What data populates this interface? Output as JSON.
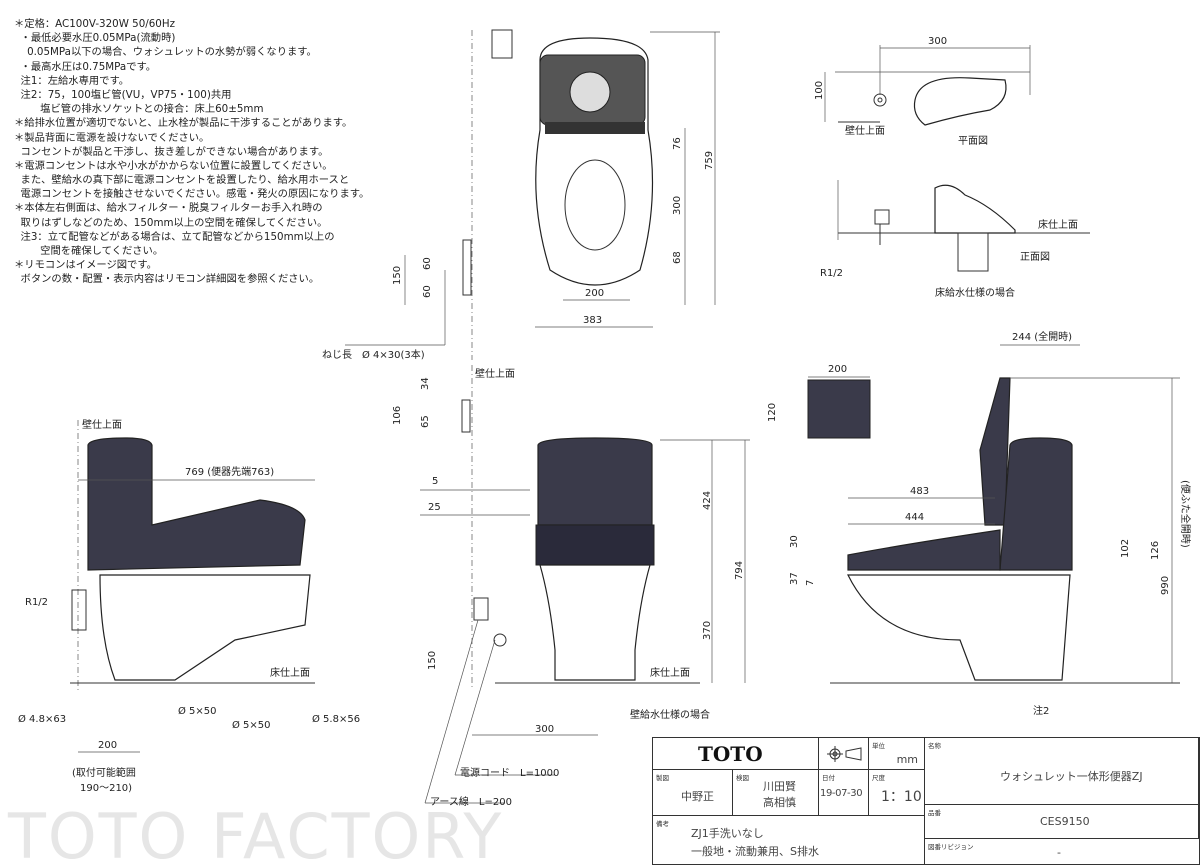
{
  "notes": [
    "＊定格：AC100V-320W 50/60Hz",
    "  ・最低必要水圧0.05MPa(流動時)",
    "    0.05MPa以下の場合、ウォシュレットの水勢が弱くなります。",
    "  ・最高水圧は0.75MPaです。",
    "  注1：左給水専用です。",
    "  注2：75，100塩ビ管(VU，VP75・100)共用",
    "        塩ビ管の排水ソケットとの接合：床上60±5mm",
    "＊給排水位置が適切でないと、止水栓が製品に干渉することがあります。",
    "＊製品背面に電源を設けないでください。",
    "  コンセントが製品と干渉し、抜き差しができない場合があります。",
    "＊電源コンセントは水や小水がかからない位置に設置してください。",
    "  また、壁給水の真下部に電源コンセントを設置したり、給水用ホースと",
    "  電源コンセントを接触させないでください。感電・発火の原因になります。",
    "＊本体左右側面は、給水フィルター・脱臭フィルターお手入れ時の",
    "  取りはずしなどのため、150mm以上の空間を確保してください。",
    "  注3：立て配管などがある場合は、立て配管などから150mm以上の",
    "        空間を確保してください。",
    "＊リモコンはイメージ図です。",
    "  ボタンの数・配置・表示内容はリモコン詳細図を参照ください。"
  ],
  "plan_view": {
    "dim_300": "300",
    "dim_100": "100",
    "wall": "壁仕上面",
    "title": "平面図"
  },
  "front_small": {
    "floor": "床仕上面",
    "title": "正面図",
    "r12": "R1/2",
    "caption": "床給水仕様の場合"
  },
  "top_view": {
    "d759": "759",
    "d76": "76",
    "d300": "300",
    "d68": "68",
    "d200": "200",
    "d383": "383",
    "d150": "150",
    "d60a": "60",
    "d60b": "60",
    "screw": "ねじ長　Ø 4×30(3本)"
  },
  "front_view": {
    "wall": "壁仕上面",
    "d34": "34",
    "d106": "106",
    "d65": "65",
    "d5": "5",
    "d25": "25",
    "d424": "424",
    "d794": "794",
    "d370": "370",
    "d150": "150",
    "d300": "300",
    "floor": "床仕上面",
    "caption": "壁給水仕様の場合",
    "cord": "電源コード　L=1000",
    "earth": "アース線　L=200"
  },
  "left_view": {
    "wall": "壁仕上面",
    "d769": "769 (便器先端763)",
    "r12": "R1/2",
    "floor": "床仕上面",
    "h1": "Ø 4.8×63",
    "h2": "Ø 5×50",
    "h3": "Ø 5×50",
    "h4": "Ø 5.8×56",
    "d200": "200",
    "range1": "(取付可能範囲",
    "range2": "190～210)"
  },
  "right_view": {
    "d244": "244 (全開時)",
    "d200": "200",
    "d120": "120",
    "d483": "483",
    "d444": "444",
    "d30": "30",
    "d37": "37",
    "d7": "7",
    "d102": "102",
    "d126": "126",
    "d990": "990",
    "lid": "(便ふた全開時)",
    "note2": "注2"
  },
  "watermark": "TOTO FACTORY",
  "title_block": {
    "logo": "TOTO",
    "unit_label": "単位",
    "unit": "mm",
    "drawn_label": "製図",
    "drawn": "中野正",
    "checked_label": "検図",
    "checked1": "川田賢",
    "checked2": "高相慎",
    "date_label": "日付",
    "date": "19-07-30",
    "scale_label": "尺度",
    "scale": "1：10",
    "name_label": "名称",
    "name": "ウォシュレット一体形便器ZJ",
    "part_label": "品番",
    "part": "CES9150",
    "remarks_label": "備考",
    "remarks1": "ZJ1手洗いなし",
    "remarks2": "一般地・流動兼用、S排水",
    "rev_label": "図番リビジョン",
    "rev": "-"
  }
}
